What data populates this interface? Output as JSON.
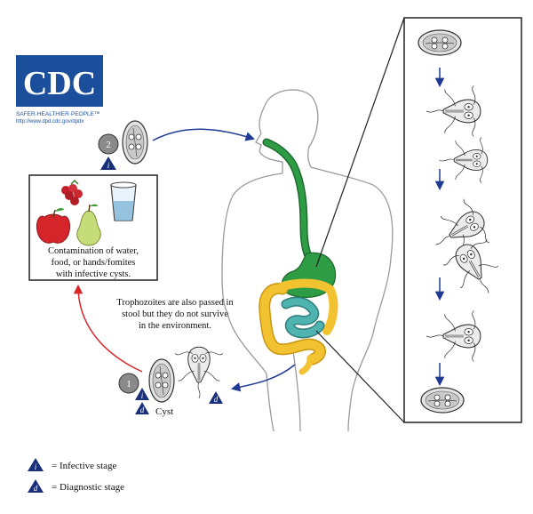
{
  "logo": {
    "text": "CDC",
    "tagline": "SAFER·HEALTHIER·PEOPLE™",
    "url": "http://www.dpd.cdc.gov/dpdx",
    "bg_color": "#1b4f9c"
  },
  "stages": {
    "step1": "1",
    "step2": "2",
    "infective_marker": "i",
    "diagnostic_marker": "d",
    "cyst_label": "Cyst"
  },
  "contamination_box": {
    "line1": "Contamination of water,",
    "line2": "food, or hands/fomites",
    "line3": "with infective cysts."
  },
  "trophozoite_note": {
    "line1": "Trophozoites are also passed in",
    "line2": "stool but they do not survive",
    "line3": "in the environment."
  },
  "legend": {
    "infective": "= Infective stage",
    "diagnostic": "= Diagnostic stage"
  },
  "colors": {
    "gut_green": "#2e9b45",
    "colon_yellow": "#f2c230",
    "intestine_teal": "#4fb3b0",
    "arrow_blue": "#1f3a93",
    "arrow_red": "#d9262b",
    "marker_navy": "#1a2f7a"
  }
}
